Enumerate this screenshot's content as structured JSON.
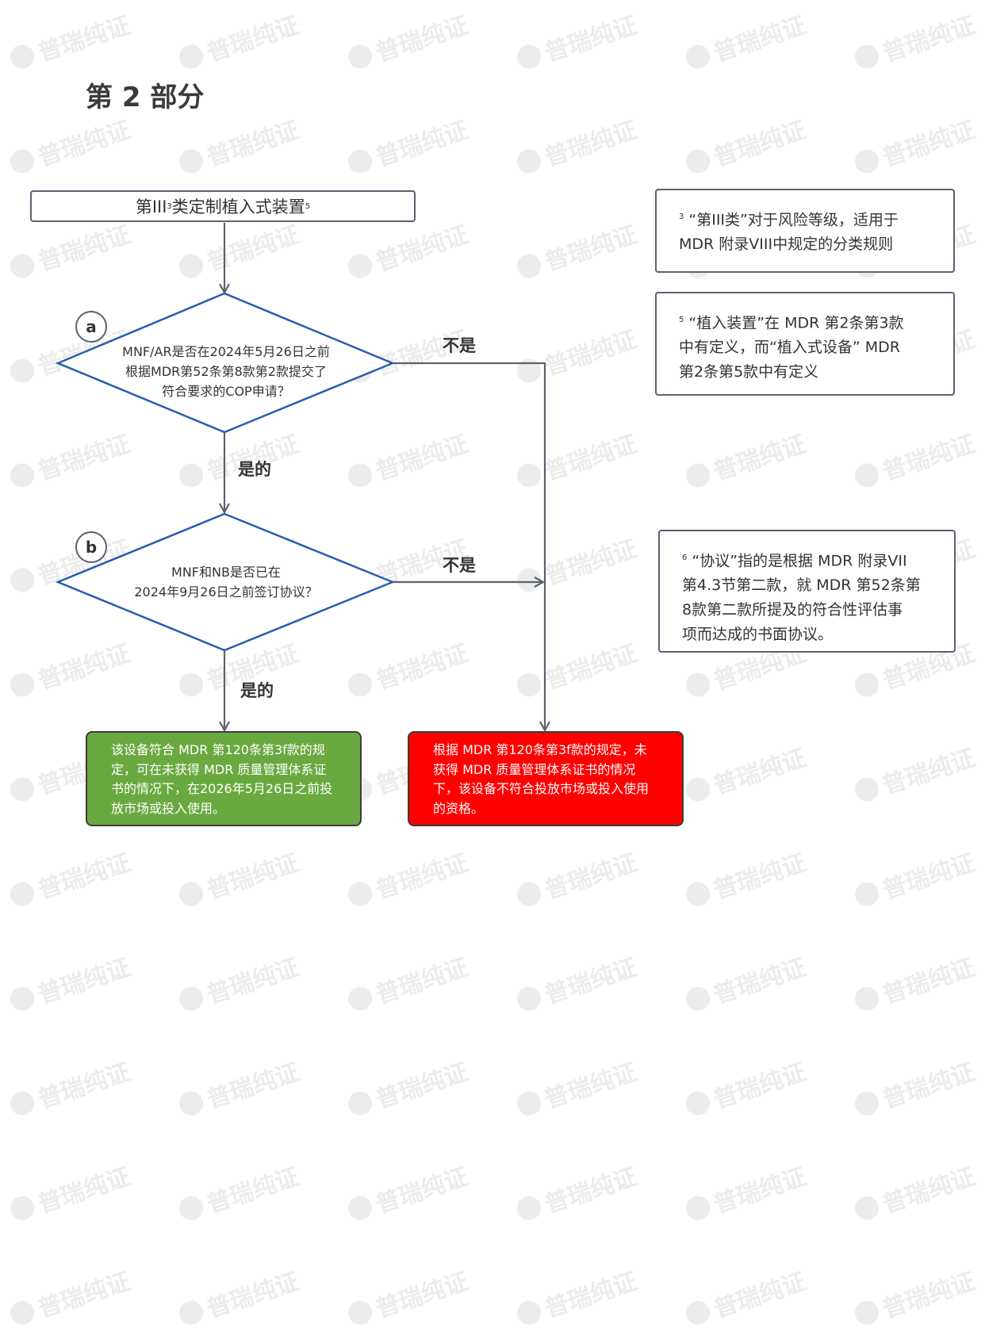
{
  "section_title": "第 2 部分",
  "watermark": "普瑞纯证",
  "flow": {
    "start": {
      "text": "第III",
      "sup1": "3",
      "text2": "类定制植入式装置",
      "sup2": "5"
    },
    "decision_a": {
      "badge": "a",
      "lines": [
        "MNF/AR是否在2024年5月26日之前",
        "根据MDR第52条第8款第2款提交了",
        "符合要求的COP申请？"
      ],
      "yes_label": "是的",
      "no_label": "不是"
    },
    "decision_b": {
      "badge": "b",
      "lines": [
        "MNF和NB是否已在",
        "2024年9月26日之前签订协议？"
      ],
      "yes_label": "是的",
      "no_label": "不是"
    },
    "result_green": {
      "lines": [
        "该设备符合 MDR 第120条第3f款的规",
        "定，可在未获得 MDR 质量管理体系证",
        "书的情况下，在2026年5月26日之前投",
        "放市场或投入使用。"
      ],
      "color": "#6aa940"
    },
    "result_red": {
      "lines": [
        "根据 MDR 第120条第3f款的规定，未",
        "获得 MDR 质量管理体系证书的情况",
        "下，该设备不符合投放市场或投入使用",
        "的资格。"
      ],
      "color": "#ff0000"
    },
    "connector_color": "#5a6270",
    "diamond_color": "#2a5db0"
  },
  "notes": {
    "note3": {
      "sup": "3",
      "lines": [
        "“第III类”对于风险等级，适用于",
        "MDR 附录VIII中规定的分类规则"
      ]
    },
    "note5": {
      "sup": "5",
      "lines": [
        "“植入装置”在 MDR 第2条第3款",
        "中有定义，而“植入式设备” MDR",
        "第2条第5款中有定义"
      ]
    },
    "note6": {
      "sup": "6",
      "lines": [
        "“协议”指的是根据 MDR 附录VII",
        "第4.3节第二款，就 MDR 第52条第",
        "8款第二款所提及的符合性评估事",
        "项而达成的书面协议。"
      ]
    }
  }
}
